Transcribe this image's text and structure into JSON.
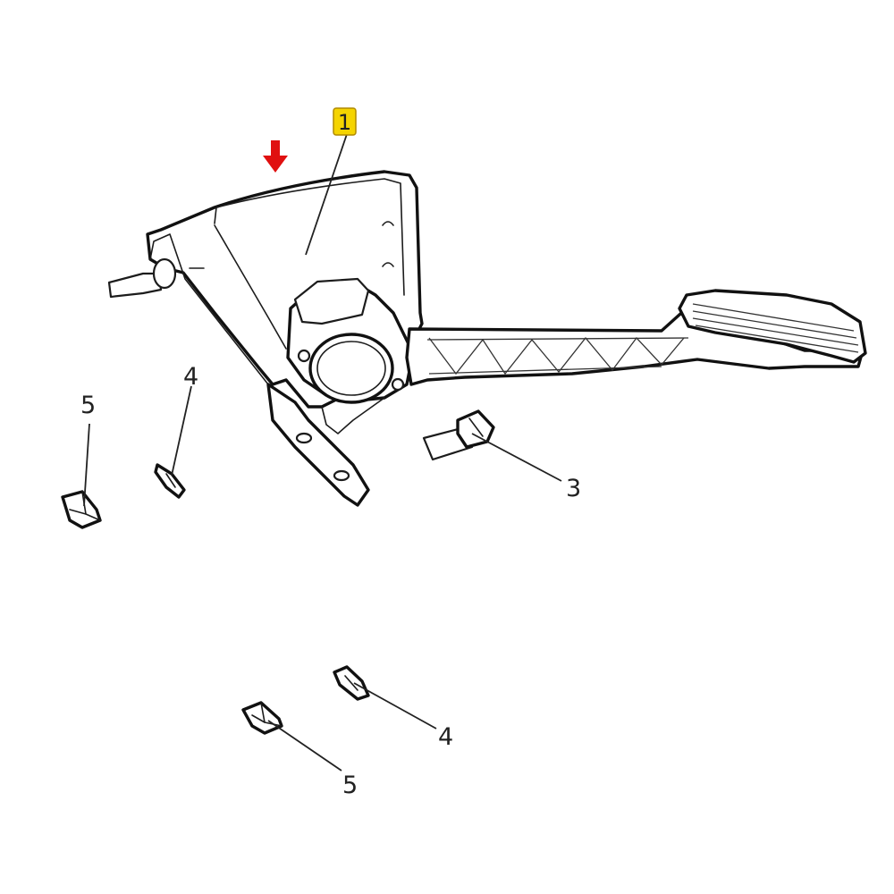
{
  "callouts": {
    "part_1": "1",
    "part_3": "3",
    "part_4_top": "4",
    "part_5_top": "5",
    "part_4_bottom": "4",
    "part_5_bottom": "5"
  },
  "colors": {
    "highlight_fill": "#f5d400",
    "highlight_stroke": "#b08a00",
    "arrow": "#e01010",
    "line": "#1c1c1c"
  }
}
